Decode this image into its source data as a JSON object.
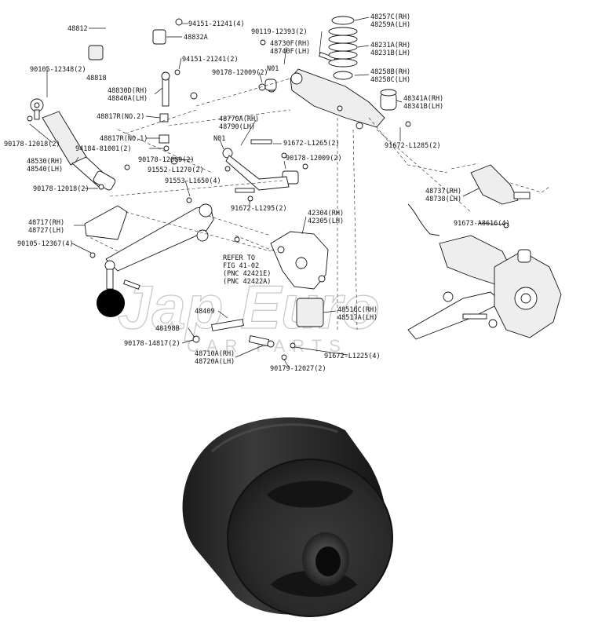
{
  "diagram": {
    "labels": [
      {
        "id": "l48812",
        "text": "48812"
      },
      {
        "id": "l94151a",
        "text": "94151-21241(4)"
      },
      {
        "id": "l48832a",
        "text": "48832A"
      },
      {
        "id": "l94151b",
        "text": "94151-21241(2)"
      },
      {
        "id": "l48818",
        "text": "48818"
      },
      {
        "id": "l90105a",
        "text": "90105-12348(2)"
      },
      {
        "id": "l48830d",
        "text": "48830D(RH)"
      },
      {
        "id": "l48840a",
        "text": "48840A(LH)"
      },
      {
        "id": "l48817rn2",
        "text": "48817R(NO.2)"
      },
      {
        "id": "l90178a",
        "text": "90178-12018(2)"
      },
      {
        "id": "l48817rn1",
        "text": "48817R(NO.1)"
      },
      {
        "id": "l94184",
        "text": "94184-81001(2)"
      },
      {
        "id": "l90178b",
        "text": "90178-12009(2)"
      },
      {
        "id": "l48530",
        "text": "48530(RH)"
      },
      {
        "id": "l48540",
        "text": "48540(LH)"
      },
      {
        "id": "l91552",
        "text": "91552-L1270(2)"
      },
      {
        "id": "l90178c",
        "text": "90178-12018(2)"
      },
      {
        "id": "l91553",
        "text": "91553-L1650(4)"
      },
      {
        "id": "l48717",
        "text": "48717(RH)"
      },
      {
        "id": "l48727",
        "text": "48727(LH)"
      },
      {
        "id": "l90105b",
        "text": "90105-12367(4)"
      },
      {
        "id": "l90119",
        "text": "90119-12393(2)"
      },
      {
        "id": "l48730f",
        "text": "48730F(RH)"
      },
      {
        "id": "l48740f",
        "text": "48740F(LH)"
      },
      {
        "id": "l90178d",
        "text": "90178-12009(2)"
      },
      {
        "id": "ln01a",
        "text": "N01"
      },
      {
        "id": "l48770a",
        "text": "48770A(RH)"
      },
      {
        "id": "l48790",
        "text": "48790(LH)"
      },
      {
        "id": "ln01b",
        "text": "N01"
      },
      {
        "id": "l91672a",
        "text": "91672-L1265(2)"
      },
      {
        "id": "l90178e",
        "text": "90178-12009(2)"
      },
      {
        "id": "l91672b",
        "text": "91672-L1295(2)"
      },
      {
        "id": "l42304",
        "text": "42304(RH)"
      },
      {
        "id": "l42305",
        "text": "42305(LH)"
      },
      {
        "id": "lref1",
        "text": "REFER TO"
      },
      {
        "id": "lref2",
        "text": "FIG 41-02"
      },
      {
        "id": "lref3",
        "text": "(PNC 42421E)"
      },
      {
        "id": "lref4",
        "text": "(PNC 42422A)"
      },
      {
        "id": "l48257c",
        "text": "48257C(RH)"
      },
      {
        "id": "l48259a",
        "text": "48259A(LH)"
      },
      {
        "id": "l48231a",
        "text": "48231A(RH)"
      },
      {
        "id": "l48231b",
        "text": "48231B(LH)"
      },
      {
        "id": "l48258b",
        "text": "48258B(RH)"
      },
      {
        "id": "l48258c",
        "text": "48258C(LH)"
      },
      {
        "id": "l48341a",
        "text": "48341A(RH)"
      },
      {
        "id": "l48341b",
        "text": "48341B(LH)"
      },
      {
        "id": "l91672c",
        "text": "91672-L1285(2)"
      },
      {
        "id": "l48737",
        "text": "48737(RH)"
      },
      {
        "id": "l48738",
        "text": "48738(LH)"
      },
      {
        "id": "l91673",
        "text": "91673-A8616(4)"
      },
      {
        "id": "l48409",
        "text": "48409"
      },
      {
        "id": "l48516c",
        "text": "48516C(RH)"
      },
      {
        "id": "l48517a",
        "text": "48517A(LH)"
      },
      {
        "id": "l48198b",
        "text": "48198B"
      },
      {
        "id": "l90178f",
        "text": "90178-14817(2)"
      },
      {
        "id": "l48710a",
        "text": "48710A(RH)"
      },
      {
        "id": "l48720a",
        "text": "48720A(LH)"
      },
      {
        "id": "l91672d",
        "text": "91672-L1225(4)"
      },
      {
        "id": "l90179",
        "text": "90179-12027(2)"
      }
    ]
  },
  "watermark": {
    "brand": "Jap Euro",
    "tagline": "CAR PARTS"
  },
  "colors": {
    "line": "#111111",
    "bushing_rubber": "#2b2b2b",
    "watermark": "#c9c9c9",
    "highlight_dot": "#000000"
  }
}
